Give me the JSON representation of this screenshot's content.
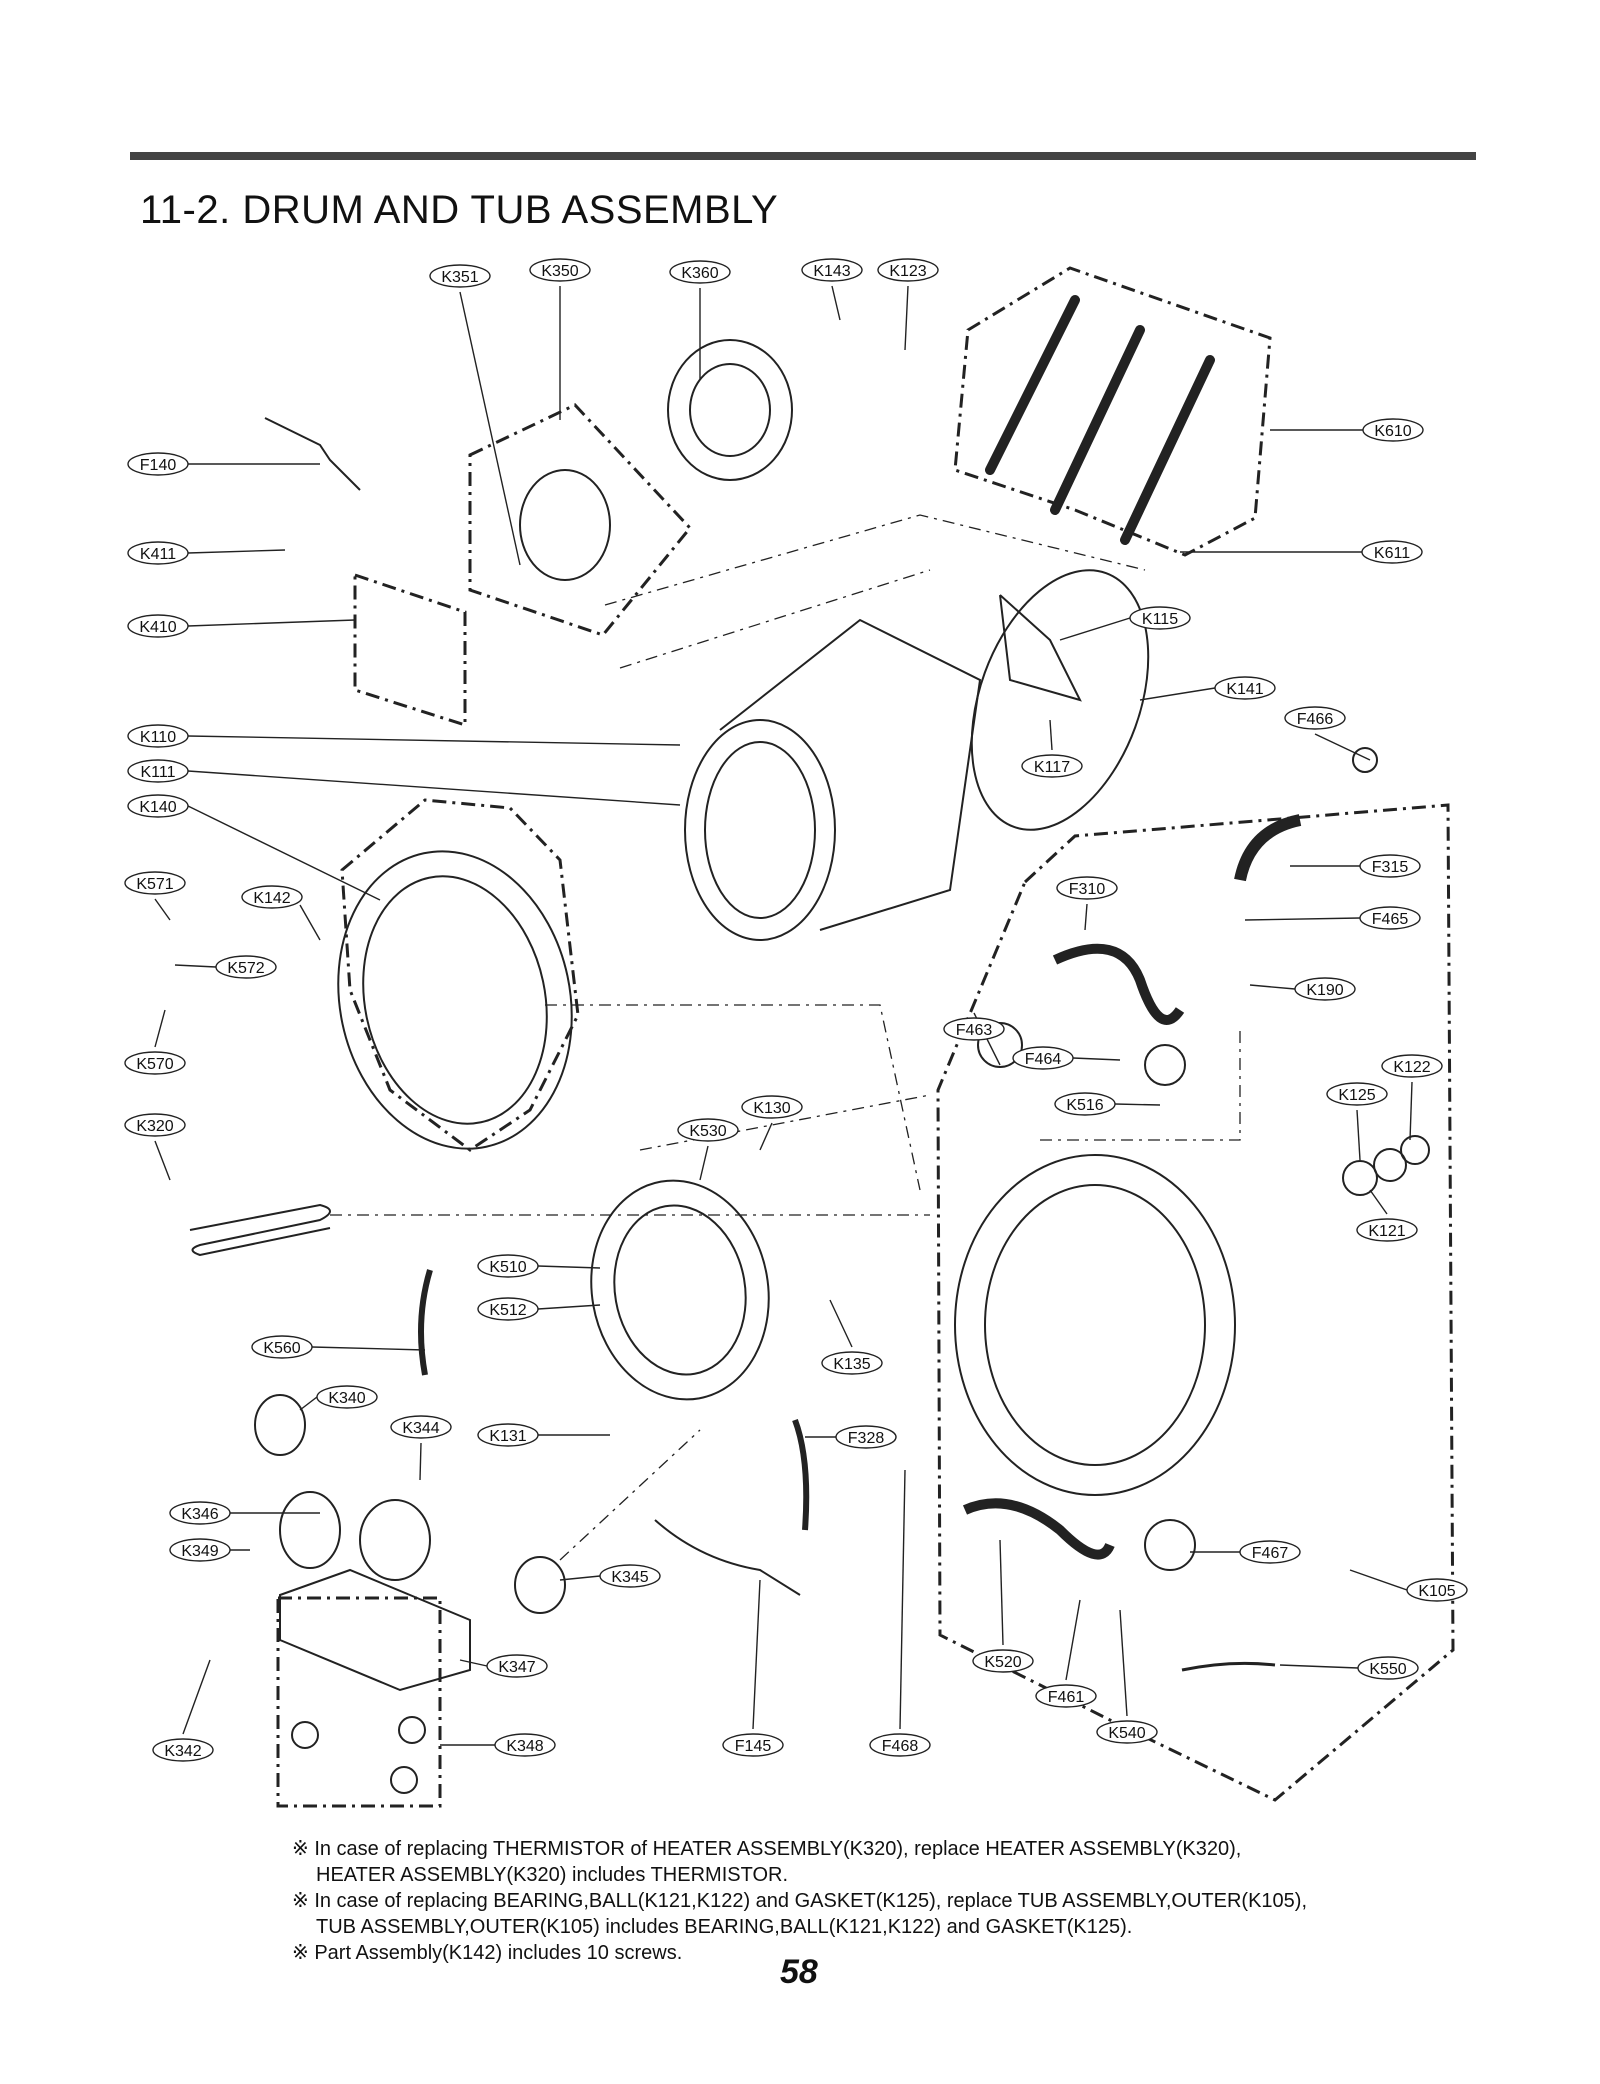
{
  "title": "11-2. DRUM AND TUB ASSEMBLY",
  "page_number": "58",
  "notes": [
    {
      "text": "※ In case of replacing THERMISTOR of HEATER ASSEMBLY(K320), replace HEATER ASSEMBLY(K320),",
      "indent": false
    },
    {
      "text": "HEATER ASSEMBLY(K320) includes THERMISTOR.",
      "indent": true
    },
    {
      "text": "※ In case of replacing BEARING,BALL(K121,K122) and GASKET(K125), replace TUB ASSEMBLY,OUTER(K105),",
      "indent": false
    },
    {
      "text": "TUB ASSEMBLY,OUTER(K105) includes BEARING,BALL(K121,K122) and GASKET(K125).",
      "indent": true
    },
    {
      "text": "※ Part Assembly(K142) includes 10 screws.",
      "indent": false
    }
  ],
  "part_labels": [
    "K351",
    "K350",
    "K360",
    "K143",
    "K123",
    "K610",
    "F140",
    "K611",
    "K411",
    "K410",
    "K115",
    "K141",
    "K110",
    "F466",
    "K111",
    "K117",
    "K140",
    "F315",
    "K571",
    "K142",
    "F310",
    "F465",
    "K572",
    "K190",
    "F463",
    "K570",
    "F464",
    "K122",
    "K516",
    "K125",
    "K320",
    "K130",
    "K530",
    "K121",
    "K510",
    "K512",
    "K560",
    "K135",
    "K340",
    "K344",
    "K131",
    "F328",
    "K346",
    "K349",
    "K345",
    "F467",
    "K105",
    "K347",
    "K520",
    "K550",
    "F461",
    "K540",
    "K342",
    "K348",
    "F145",
    "F468"
  ]
}
